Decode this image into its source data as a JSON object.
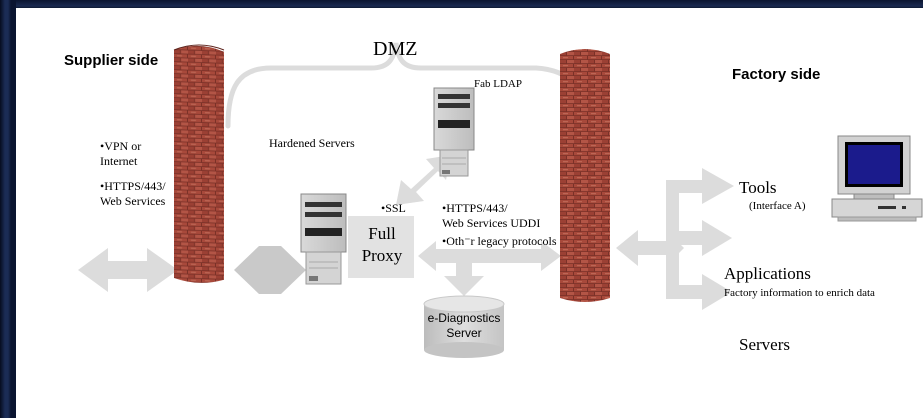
{
  "labels": {
    "supplier_side": "Supplier side",
    "factory_side": "Factory side",
    "dmz": "DMZ",
    "fab_ldap": "Fab LDAP",
    "hardened_servers": "Hardened Servers",
    "vpn_line1": "•VPN or",
    "vpn_line2": "Internet",
    "https_left_line1": "•HTTPS/443/",
    "https_left_line2": "Web Services",
    "ssl": "•SSL",
    "proxy_line1": "Full",
    "proxy_line2": "Proxy",
    "https_mid_line1": "•HTTPS/443/",
    "https_mid_line2": "Web Services UDDI",
    "other_protocols": "•Oth⁻r legacy protocols",
    "ediag_line1": "e-Diagnostics",
    "ediag_line2": "Server",
    "tools": "Tools",
    "interface_a": "(Interface A)",
    "applications": "Applications",
    "factory_info": "Factory information to enrich data",
    "servers": "Servers"
  },
  "colors": {
    "arrow_fill": "#dcdcdc",
    "brick": "#8a3a30",
    "background": "#ffffff"
  }
}
